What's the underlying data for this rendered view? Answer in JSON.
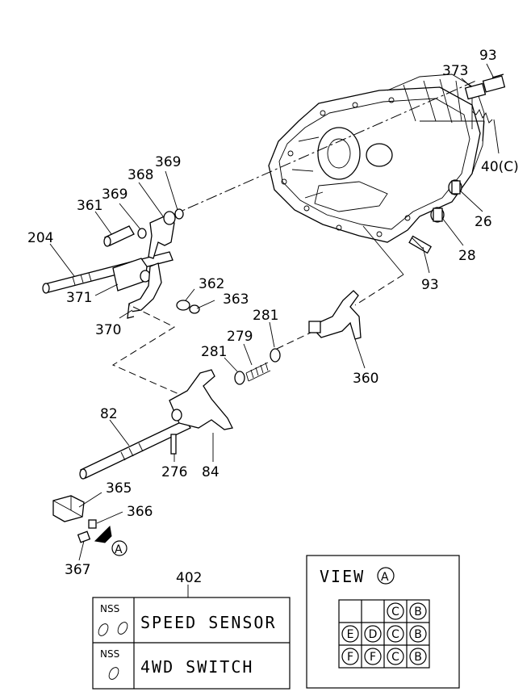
{
  "callouts": {
    "c93a": "93",
    "c373": "373",
    "c40c": "40(C)",
    "c26": "26",
    "c28": "28",
    "c93b": "93",
    "c369a": "369",
    "c368": "368",
    "c369b": "369",
    "c361": "361",
    "c204": "204",
    "c371": "371",
    "c370": "370",
    "c362": "362",
    "c363": "363",
    "c281a": "281",
    "c279": "279",
    "c281b": "281",
    "c360": "360",
    "c82": "82",
    "c276": "276",
    "c84": "84",
    "c365": "365",
    "c366": "366",
    "c367": "367",
    "cA": "A",
    "c402": "402"
  },
  "legend_table": {
    "rows": [
      {
        "code": "NSS",
        "text": "SPEED SENSOR"
      },
      {
        "code": "NSS",
        "text": "4WD SWITCH"
      }
    ]
  },
  "view_box": {
    "title": "VIEW",
    "title_marker": "A",
    "grid": [
      [
        "",
        "",
        "C",
        "B"
      ],
      [
        "E",
        "D",
        "C",
        "B"
      ],
      [
        "F",
        "F",
        "C",
        "B"
      ]
    ]
  }
}
